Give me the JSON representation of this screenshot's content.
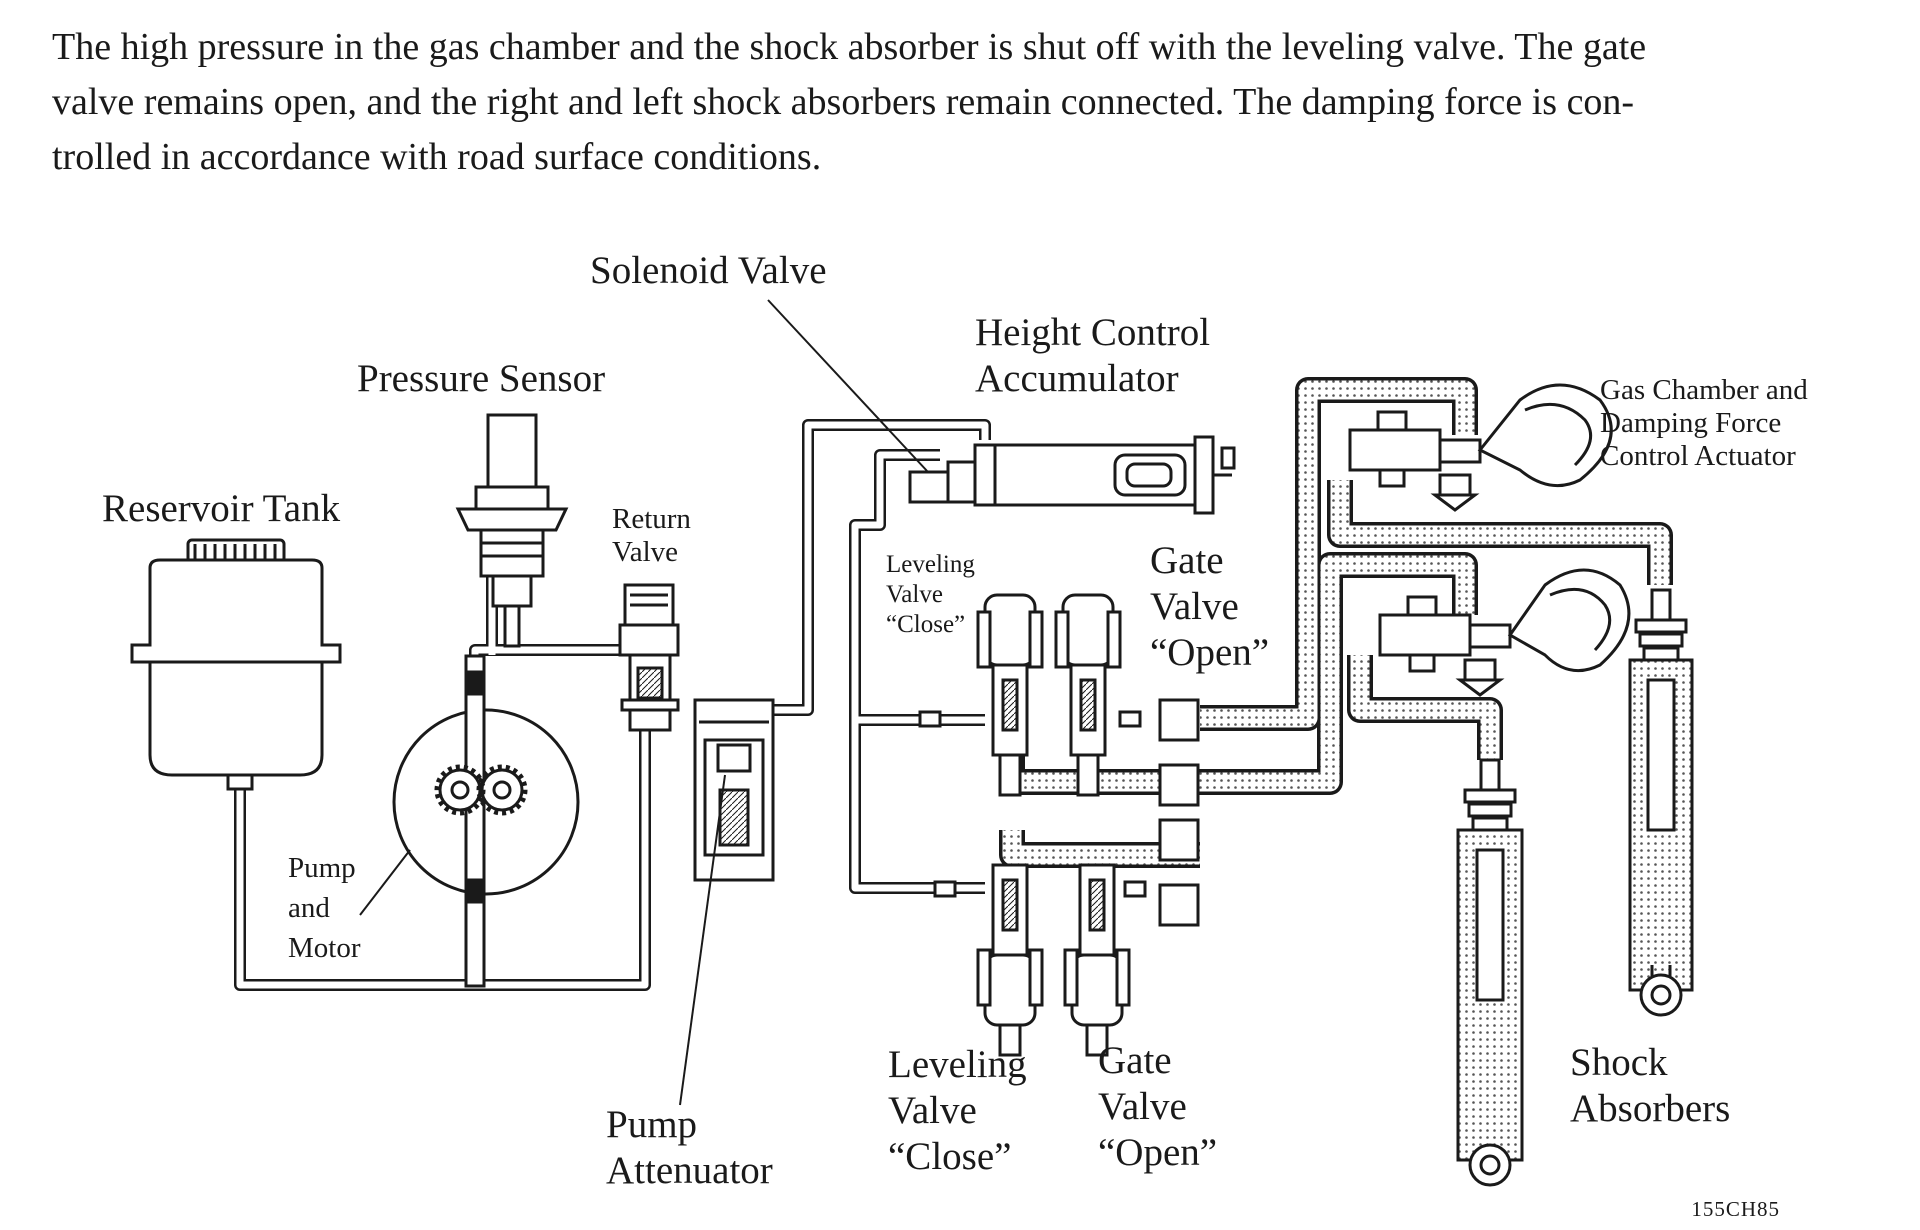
{
  "intro_lines": [
    "The high pressure in the gas chamber and the shock absorber is shut off with the leveling valve. The gate",
    "valve remains open, and the right and left shock absorbers remain connected. The damping force is con-",
    "trolled in accordance with road surface conditions."
  ],
  "labels": {
    "solenoid_valve": "Solenoid Valve",
    "height_control_accumulator": [
      "Height Control",
      "Accumulator"
    ],
    "pressure_sensor": "Pressure Sensor",
    "gas_chamber_actuator": [
      "Gas Chamber and",
      "Damping Force",
      "Control Actuator"
    ],
    "reservoir_tank": "Reservoir Tank",
    "return_valve": [
      "Return",
      "Valve"
    ],
    "leveling_valve_upper": [
      "Leveling",
      "Valve",
      "“Close”"
    ],
    "gate_valve_upper": [
      "Gate",
      "Valve",
      "“Open”"
    ],
    "pump_and_motor": [
      "Pump",
      "and",
      "Motor"
    ],
    "leveling_valve_lower": [
      "Leveling",
      "Valve",
      "“Close”"
    ],
    "gate_valve_lower": [
      "Gate",
      "Valve",
      "“Open”"
    ],
    "shock_absorbers": [
      "Shock",
      "Absorbers"
    ],
    "pump_attenuator": [
      "Pump",
      "Attenuator"
    ]
  },
  "figure_ref": "155CH85",
  "colors": {
    "ink": "#1a1a1a",
    "paper": "#ffffff",
    "pressurized_fluid_dots": "#555555"
  }
}
